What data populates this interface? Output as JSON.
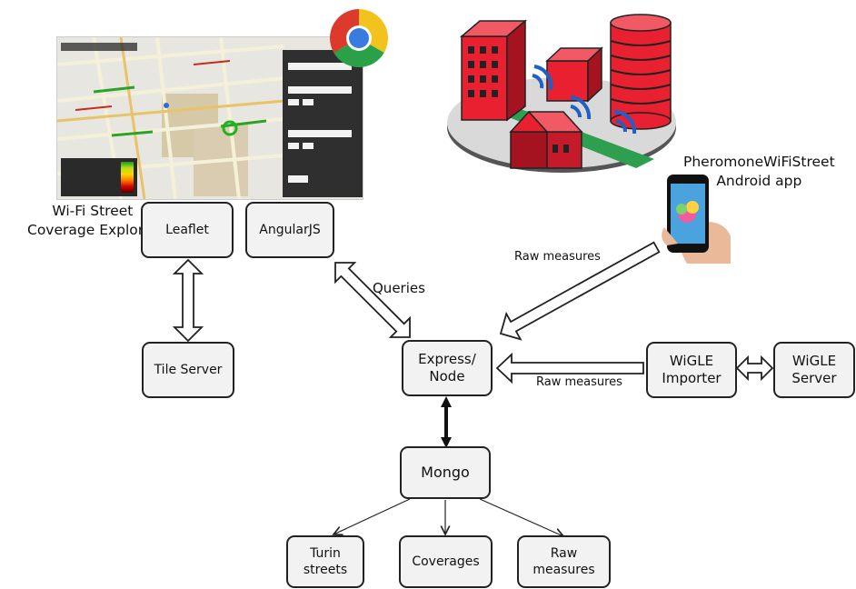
{
  "nodes": {
    "leaflet": "Leaflet",
    "angularjs": "AngularJS",
    "tile_server": "Tile Server",
    "express_node": [
      "Express/",
      "Node"
    ],
    "mongo": "Mongo",
    "wigle_importer": [
      "WiGLE",
      "Importer"
    ],
    "wigle_server": [
      "WiGLE",
      "Server"
    ],
    "turin_streets": [
      "Turin",
      "streets"
    ],
    "coverages": "Coverages",
    "raw_measures_store": [
      "Raw",
      "measures"
    ]
  },
  "labels": {
    "explorer_title": [
      "Wi-Fi Street",
      "Coverage Explorer"
    ],
    "app_title": [
      "PheromoneWiFiStreet",
      "Android app"
    ],
    "queries": "Queries",
    "raw_measures_phone": "Raw measures",
    "raw_measures_wigle": "Raw measures"
  },
  "colors": {
    "node_fill": "#f2f2f2",
    "building_red": "#e8202f",
    "street_green": "#2e9e4f",
    "wifi_blue": "#1f5fc8"
  }
}
